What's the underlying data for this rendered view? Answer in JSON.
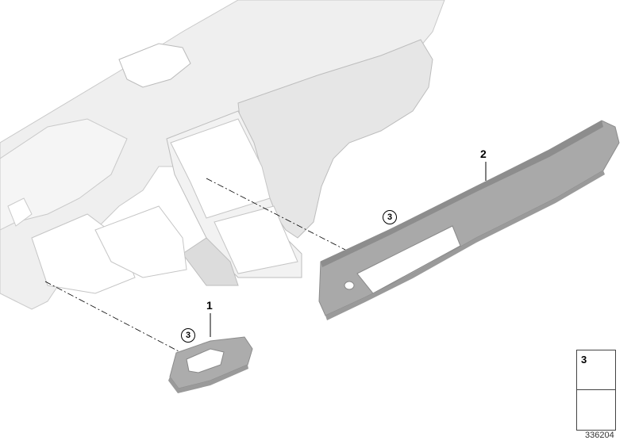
{
  "diagram": {
    "type": "exploded parts diagram",
    "subject": "Dashboard instrument panel with decorative trim strips",
    "diagram_number": "336204",
    "colors": {
      "panel": "#eeeeee",
      "panel_shade": "#d9d9d9",
      "trim": "#a8a8a8",
      "trim_dark": "#8a8a8a",
      "line": "#000000"
    },
    "parts": [
      {
        "callout": "1",
        "description": "Small decorative trim piece (left/instrument area)"
      },
      {
        "callout": "2",
        "description": "Long decorative trim strip (passenger side)"
      },
      {
        "callout": "3",
        "description": "Clip / retainer",
        "circled": true
      }
    ],
    "callouts": {
      "part1": "1",
      "part2": "2",
      "clip_a": "3",
      "clip_b": "3"
    },
    "legend": {
      "item_number": "3",
      "item_icon": "clip-icon",
      "arrow_icon": "direction-arrow-icon"
    }
  }
}
